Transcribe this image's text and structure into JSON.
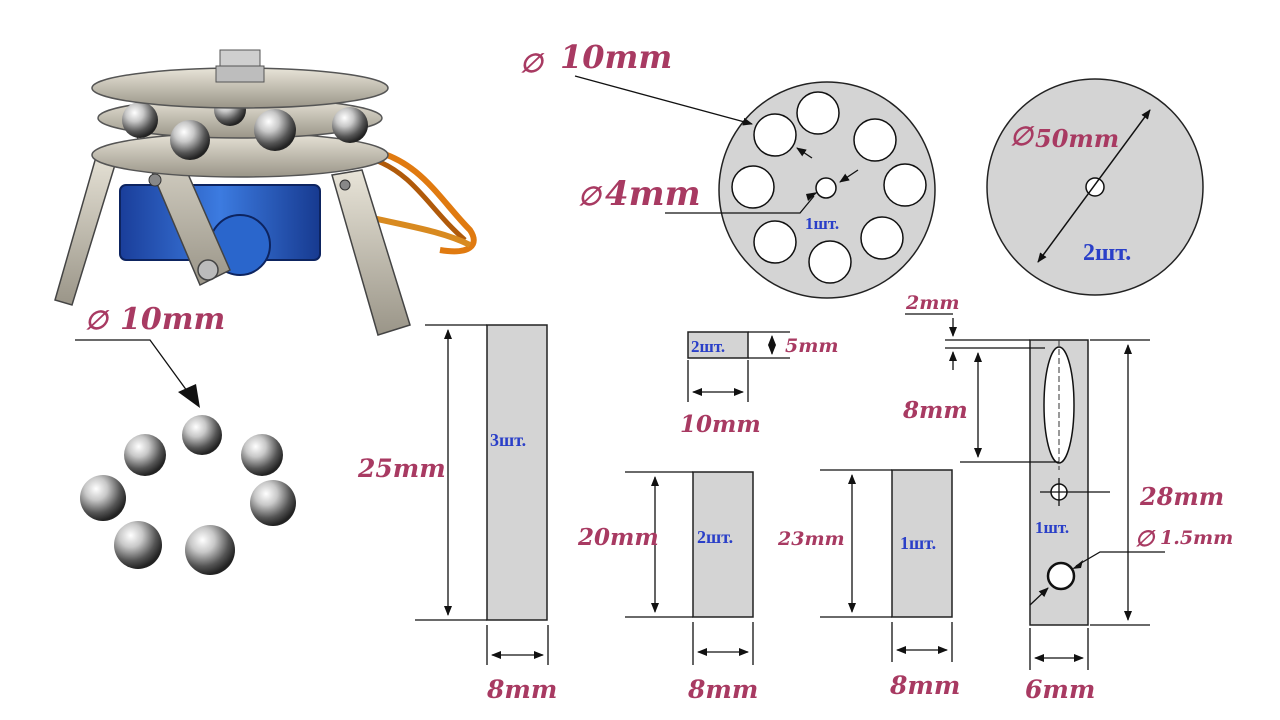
{
  "labels": {
    "ball_dia": "10mm",
    "disc_hole_dia": "10mm",
    "disc_center_hole": "4mm",
    "disc_diameter": "50mm",
    "bar_long_len": "25mm",
    "bar_long_w": "8mm",
    "spacer_h": "5mm",
    "spacer_w": "10mm",
    "bar_mid_len": "20mm",
    "bar_mid_w": "8mm",
    "bar_23_len": "23mm",
    "bar_23_w": "8mm",
    "lever_top_gap": "2mm",
    "lever_slot_len": "8mm",
    "lever_len": "28mm",
    "lever_hole_dia": "1.5mm",
    "lever_w": "6mm"
  },
  "quantities": {
    "disc_holes": "1шт.",
    "disc_plain": "2шт.",
    "bar_long": "3шт.",
    "spacer": "2шт.",
    "bar_mid": "2шт.",
    "bar_23": "1шт.",
    "lever": "1шт."
  },
  "colors": {
    "dimension_text": "#a83a62",
    "quantity_text": "#2a3fc8",
    "part_fill": "#d4d4d4"
  }
}
